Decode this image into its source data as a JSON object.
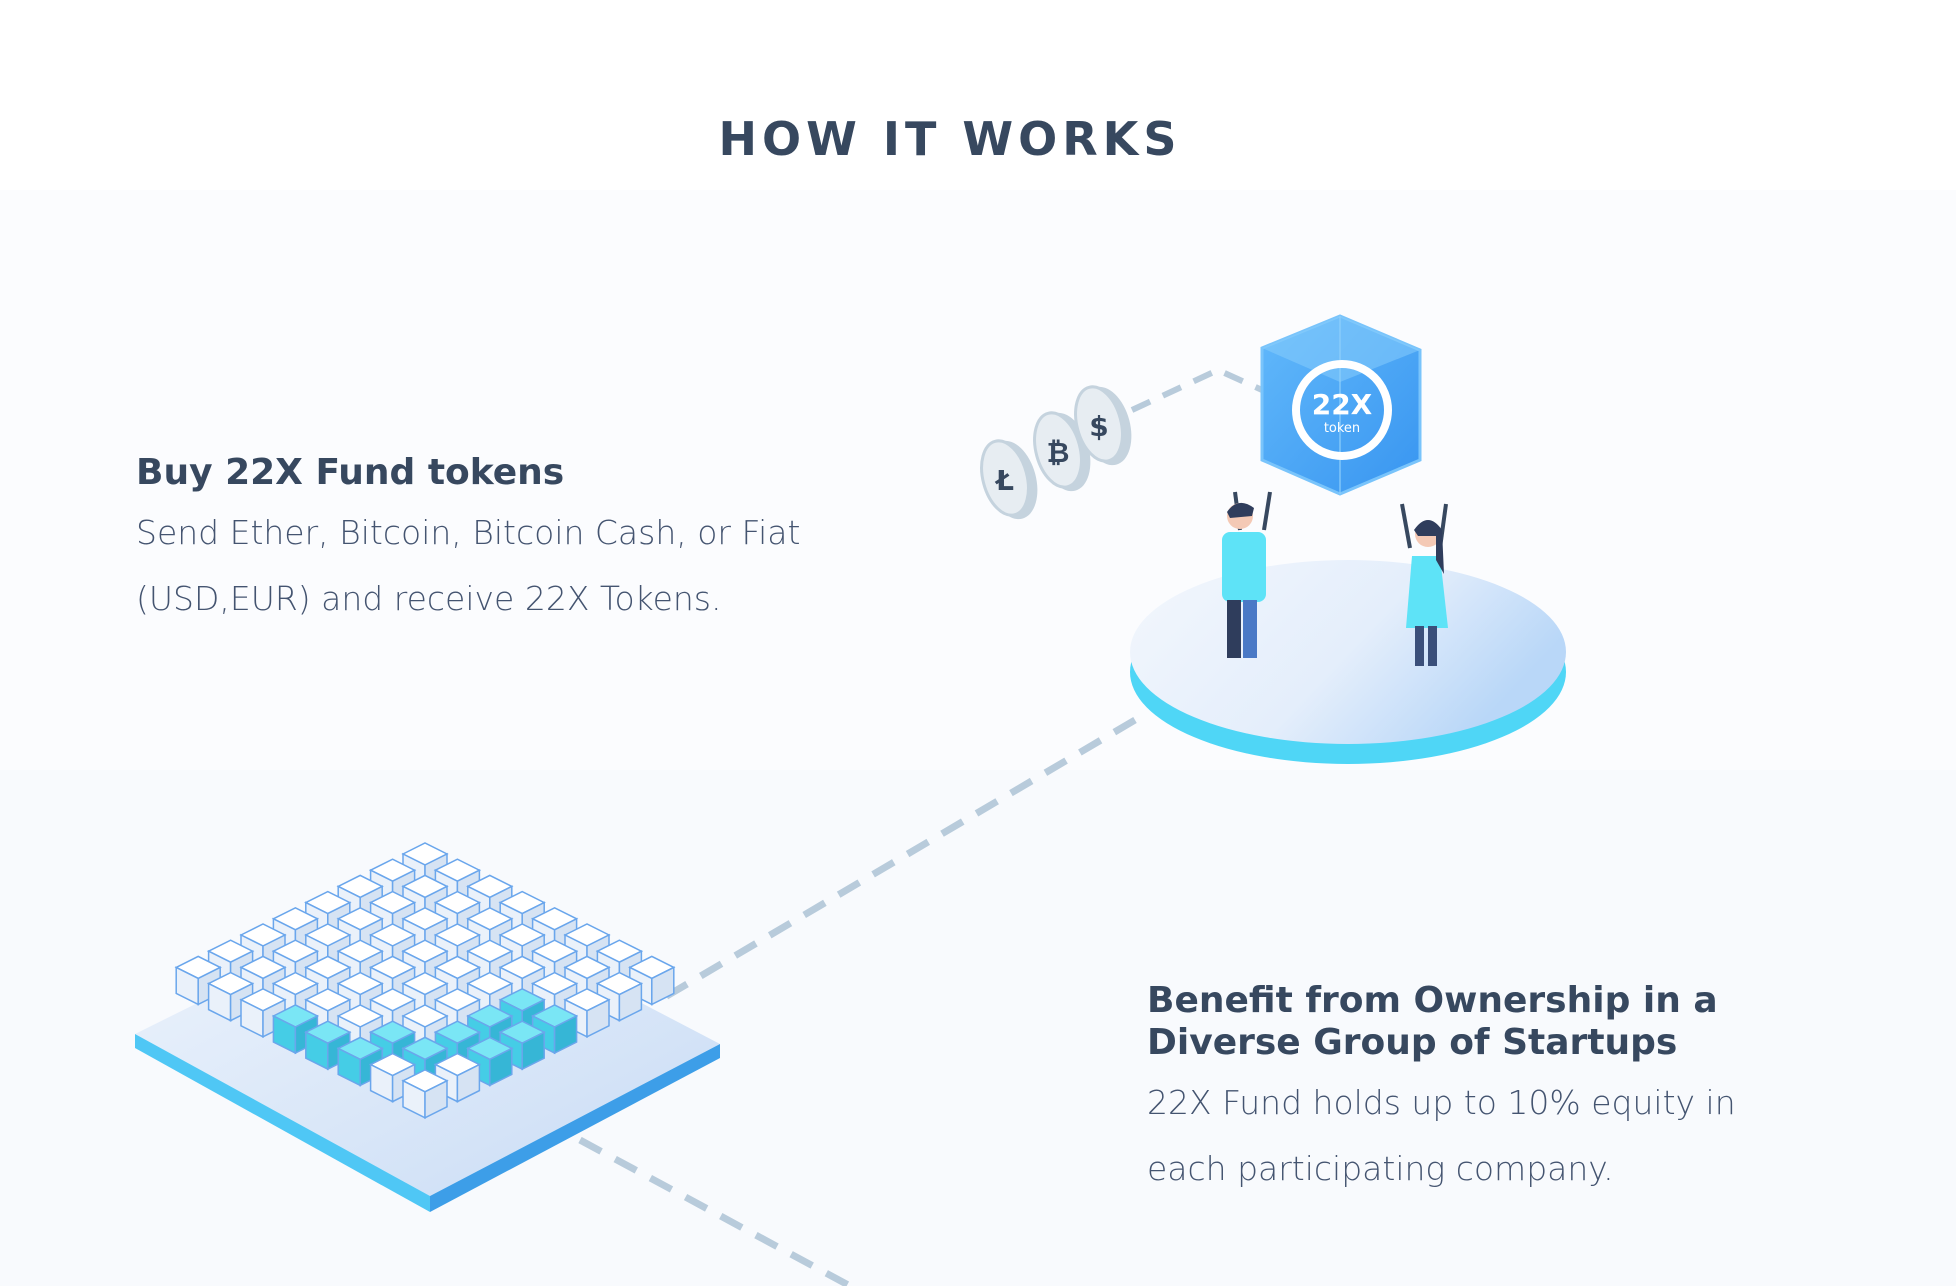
{
  "section": {
    "title": "HOW IT WORKS"
  },
  "steps": [
    {
      "heading": "Buy 22X Fund tokens",
      "text_line1": "Send Ether, Bitcoin, Bitcoin Cash, or Fiat",
      "text_line2": "(USD,EUR) and receive 22X Tokens."
    },
    {
      "heading_line1": "Benefit from Ownership in a",
      "heading_line2": "Diverse Group of Startups",
      "text_line1": "22X Fund holds up to 10% equity in",
      "text_line2": "each participating company."
    }
  ],
  "token": {
    "name": "22X",
    "sub": "token"
  },
  "coins": [
    {
      "symbol": "Ł",
      "icon": "litecoin-icon"
    },
    {
      "symbol": "₿",
      "icon": "bitcoin-icon"
    },
    {
      "symbol": "$",
      "icon": "dollar-icon"
    }
  ],
  "colors": {
    "title": "#37485f",
    "body_text": "#445470",
    "token_blue": "#4aa8f5",
    "accent_cyan": "#5ee3f7",
    "dash_line": "#b8cbdb",
    "platform_rim": "#4fd6f6"
  }
}
